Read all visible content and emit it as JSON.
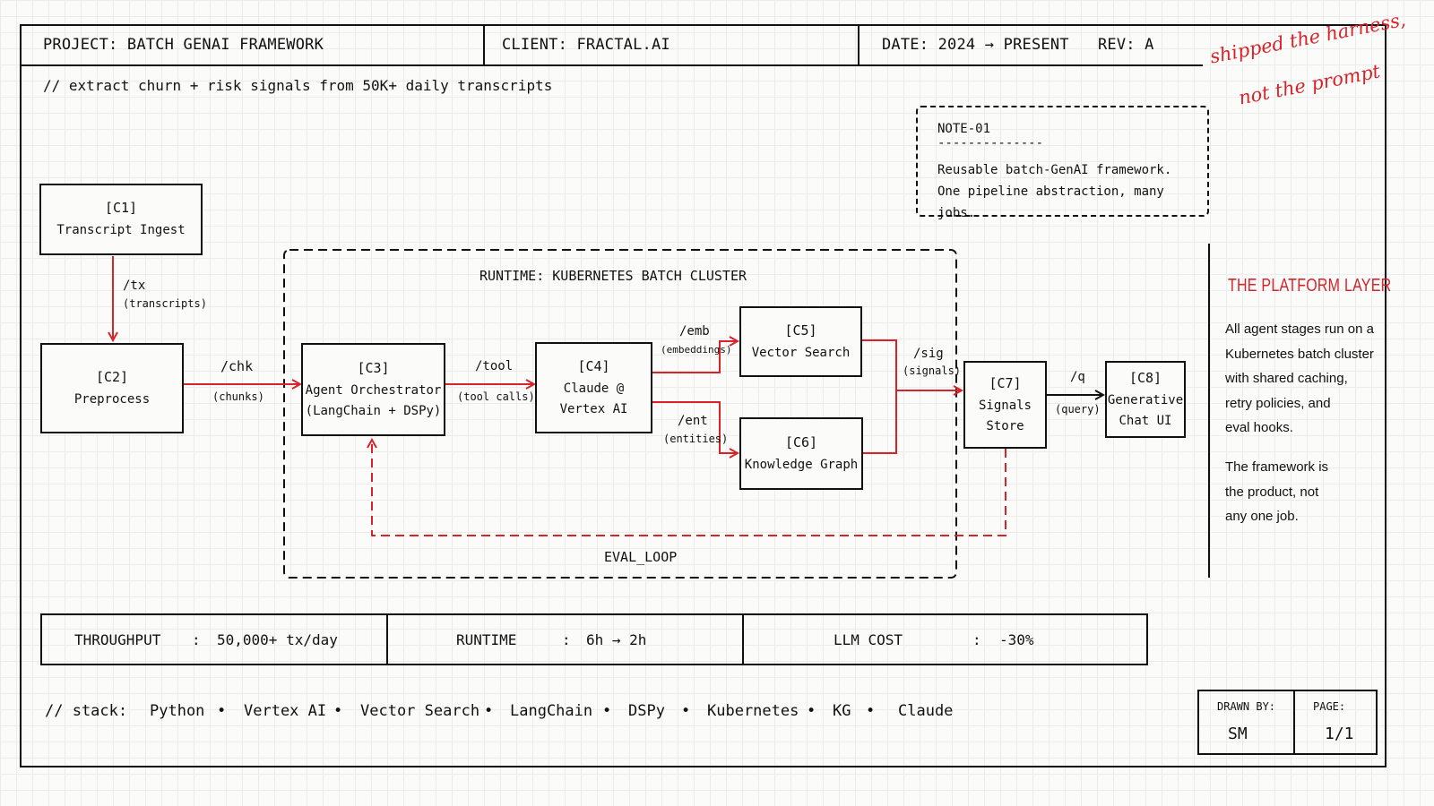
{
  "header": {
    "project": "PROJECT: BATCH GENAI FRAMEWORK",
    "client": "CLIENT: FRACTAL.AI",
    "date": "DATE: 2024 → PRESENT",
    "rev": "REV: A"
  },
  "subtitle": "// extract churn + risk signals from 50K+ daily transcripts",
  "annotation": {
    "line1": "shipped the harness,",
    "line2": "not the prompt"
  },
  "note": {
    "id": "NOTE-01",
    "rule": "--------------",
    "line1": "Reusable batch-GenAI framework.",
    "line2": "One pipeline abstraction, many jobs."
  },
  "runtime_label": "RUNTIME: KUBERNETES BATCH CLUSTER",
  "eval_loop_label": "EVAL_LOOP",
  "nodes": {
    "c1": {
      "id": "[C1]",
      "name": "Transcript Ingest"
    },
    "c2": {
      "id": "[C2]",
      "name": "Preprocess"
    },
    "c3": {
      "id": "[C3]",
      "line1": "Agent Orchestrator",
      "line2": "(LangChain + DSPy)"
    },
    "c4": {
      "id": "[C4]",
      "line1": "Claude @",
      "line2": "Vertex AI"
    },
    "c5": {
      "id": "[C5]",
      "name": "Vector Search"
    },
    "c6": {
      "id": "[C6]",
      "name": "Knowledge Graph"
    },
    "c7": {
      "id": "[C7]",
      "line1": "Signals",
      "line2": "Store"
    },
    "c8": {
      "id": "[C8]",
      "line1": "Generative",
      "line2": "Chat UI"
    }
  },
  "edges": {
    "tx": {
      "path": "/tx",
      "desc": "(transcripts)"
    },
    "chk": {
      "path": "/chk",
      "desc": "(chunks)"
    },
    "tool": {
      "path": "/tool",
      "desc": "(tool calls)"
    },
    "emb": {
      "path": "/emb",
      "desc": "(embeddings)"
    },
    "ent": {
      "path": "/ent",
      "desc": "(entities)"
    },
    "sig": {
      "path": "/sig",
      "desc": "(signals)"
    },
    "q": {
      "path": "/q",
      "desc": "(query)"
    }
  },
  "platform": {
    "title": "THE PLATFORM LAYER",
    "p1": [
      "All agent stages run on a",
      "Kubernetes batch cluster",
      "with shared caching,",
      "retry policies, and",
      "eval hooks."
    ],
    "p2": [
      "The framework is",
      "the product, not",
      "any one job."
    ]
  },
  "metrics": [
    {
      "label": "THROUGHPUT",
      "sep": ":",
      "value": "50,000+ tx/day"
    },
    {
      "label": "RUNTIME",
      "sep": ":",
      "value": "6h → 2h"
    },
    {
      "label": "LLM COST",
      "sep": ":",
      "value": "-30%"
    }
  ],
  "stack": {
    "prefix": "// stack:",
    "items": [
      "Python",
      "Vertex AI",
      "Vector Search",
      "LangChain",
      "DSPy",
      "Kubernetes",
      "KG",
      "Claude"
    ],
    "bullet": "•"
  },
  "titleblock": {
    "drawn_label": "DRAWN BY:",
    "drawn_value": "SM",
    "page_label": "PAGE:",
    "page_value": "1/1"
  },
  "colors": {
    "accent": "#d8232a",
    "ink": "#111111",
    "paper": "#fbfbf9"
  }
}
